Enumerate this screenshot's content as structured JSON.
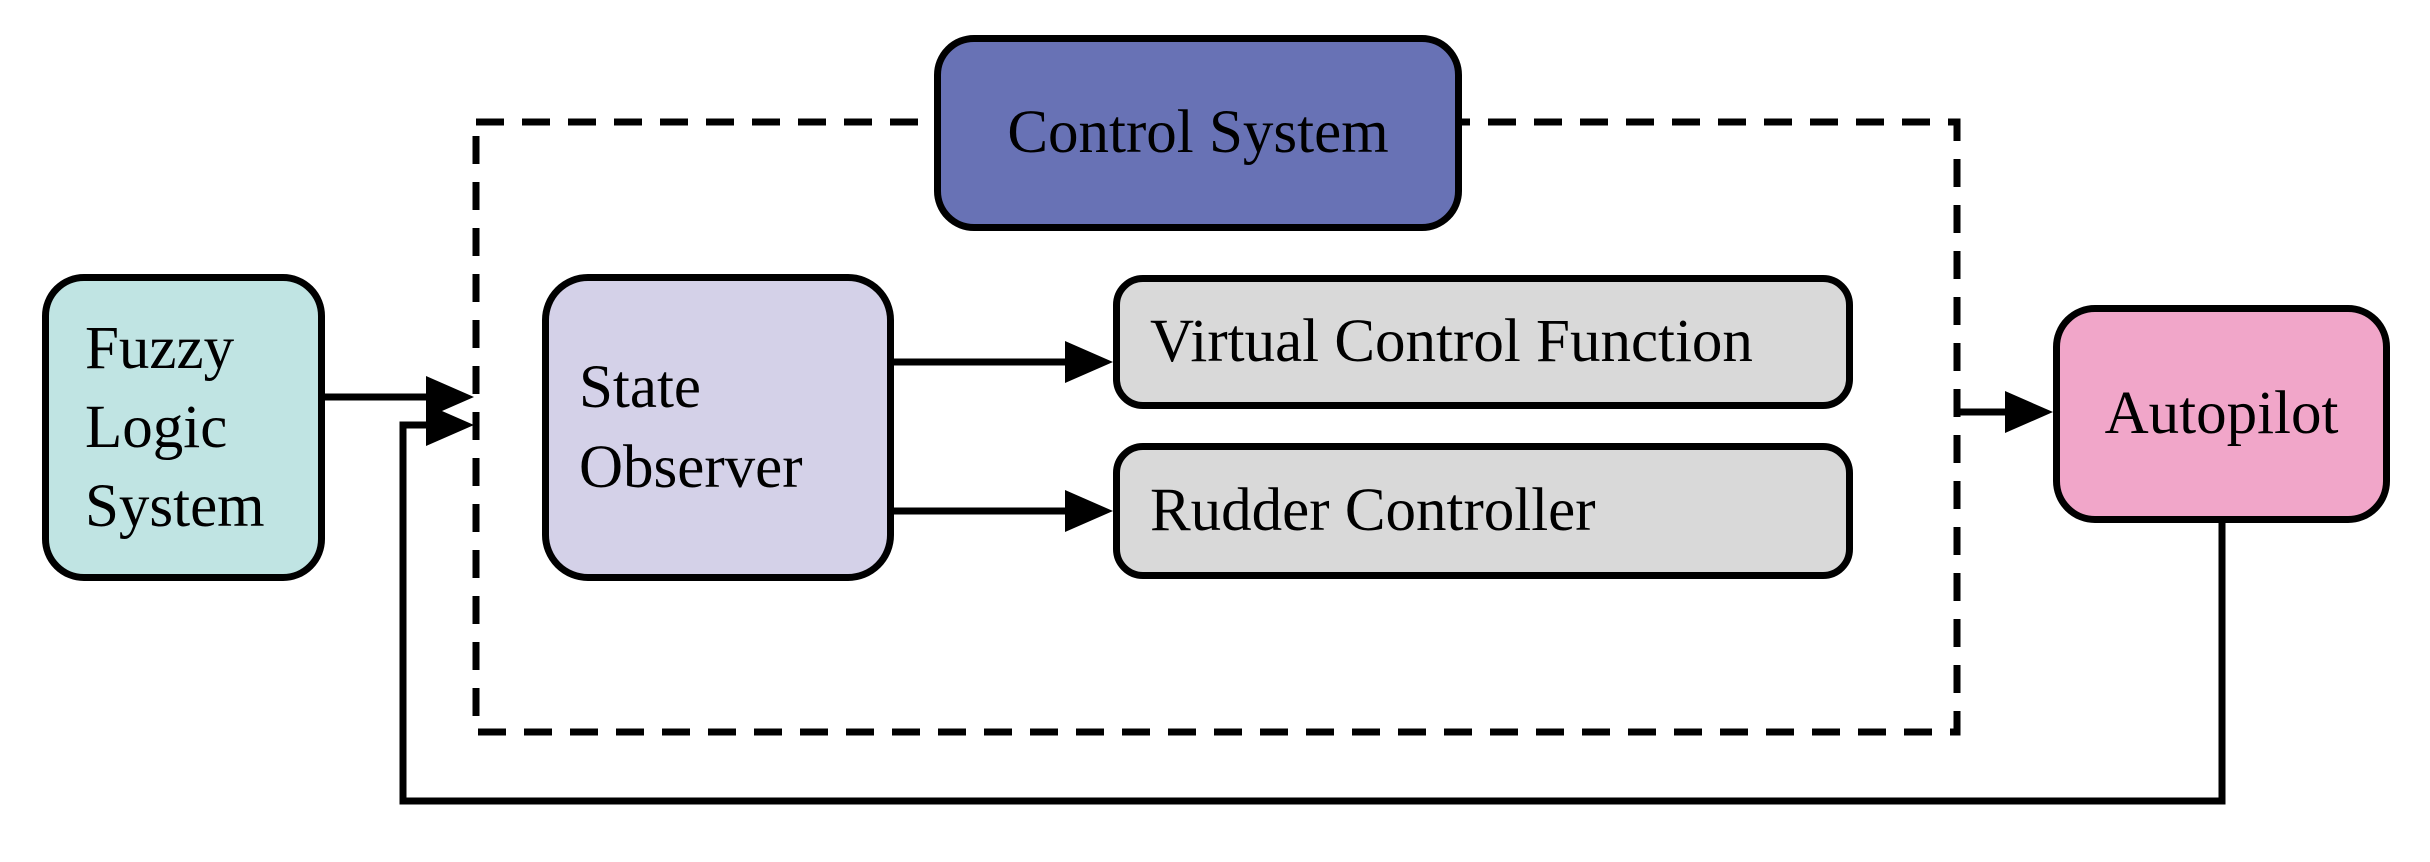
{
  "diagram": {
    "nodes": {
      "control_system": {
        "label": "Control System",
        "fill": "#6872B5"
      },
      "fuzzy_logic_system": {
        "lines": [
          "Fuzzy",
          "Logic",
          "System"
        ],
        "fill": "#C0E4E3"
      },
      "state_observer": {
        "lines": [
          "State",
          "Observer"
        ],
        "fill": "#D4D1E8"
      },
      "virtual_control_function": {
        "label": "Virtual Control Function",
        "fill": "#D9D9D9"
      },
      "rudder_controller": {
        "label": "Rudder Controller",
        "fill": "#D9D9D9"
      },
      "autopilot": {
        "label": "Autopilot",
        "fill": "#F1A6C9"
      }
    },
    "boundary": {
      "title_node": "control_system",
      "style": "dashed-rectangle"
    },
    "edges": [
      {
        "from": "fuzzy_logic_system",
        "to": "control-system-boundary",
        "style": "solid-arrow"
      },
      {
        "from": "autopilot",
        "to": "control-system-boundary",
        "style": "solid-arrow-feedback-loop"
      },
      {
        "from": "state_observer",
        "to": "virtual_control_function",
        "style": "solid-arrow"
      },
      {
        "from": "state_observer",
        "to": "rudder_controller",
        "style": "solid-arrow"
      },
      {
        "from": "control-system-boundary",
        "to": "autopilot",
        "style": "solid-arrow"
      }
    ],
    "styles": {
      "background": "#FFFFFF",
      "stroke": "#000000",
      "text_color": "#000000"
    }
  }
}
